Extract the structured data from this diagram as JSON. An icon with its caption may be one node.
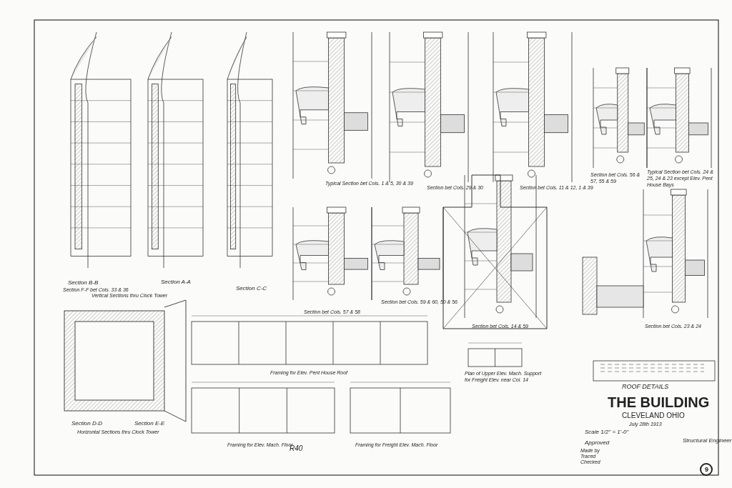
{
  "diagram": {
    "title": "ROOF DETAILS",
    "labels": [
      "Section B-B",
      "Section F-F bet Cols. 33 & 36",
      "Vertical Sections thru Clock Tower",
      "Section A-A",
      "Section C-C",
      "Typical Section bet Cols. 1 & 5, 30 & 39",
      "Section bet Cols. 29 & 30",
      "Section bet Cols. 11 & 12, 1 & 39",
      "Section bet Cols. 56 & 57, 55 & 59",
      "Typical Section bet Cols. 24 & 25, 24 & 23 except Elev. Pent House Bays",
      "Section bet Cols. 57 & 58",
      "Section bet Cols. 59 & 60, 50 & 56",
      "Section bet Cols. 14 & 59",
      "Section bet Cols. 23 & 24",
      "Framing for Elev. Pent House Roof",
      "Plan of Upper Elev. Mach. Support for Freight Elev. near Col. 14",
      "Section D-D",
      "Section E-E",
      "Horizontal Sections thru Clock Tower",
      "Framing for Elev. Mach. Floor",
      "R40",
      "Framing for Freight Elev. Mach. Floor",
      "THE BUILDING",
      "CLEVELAND OHIO",
      "July 28th 1913",
      "Scale 1/2\" = 1'-0\"",
      "Approved",
      "Structural Engineer",
      "Made by",
      "Traced",
      "Checked",
      "9"
    ]
  }
}
